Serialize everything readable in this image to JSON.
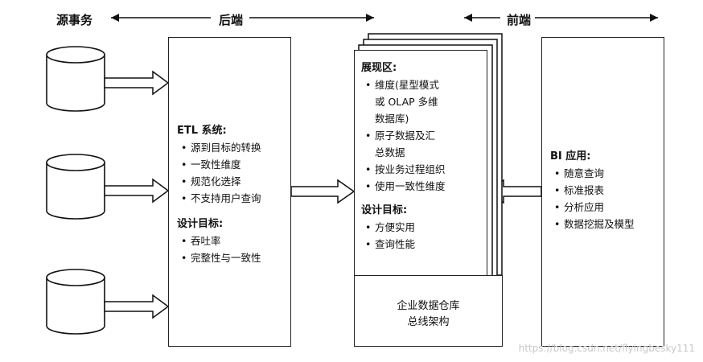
{
  "header": {
    "source": "源事务",
    "backend": "后端",
    "frontend": "前端"
  },
  "etl": {
    "title": "ETL 系统:",
    "items": [
      "源到目标的转换",
      "一致性维度",
      "规范化选择",
      "不支持用户查询"
    ],
    "goals_title": "设计目标:",
    "goals": [
      "吞吐率",
      "完整性与一致性"
    ]
  },
  "presentation": {
    "title": "展现区:",
    "items": [
      [
        "维度(星型模式",
        "或 OLAP 多维",
        "数据库)"
      ],
      [
        "原子数据及汇",
        "总数据"
      ],
      [
        "按业务过程组织"
      ],
      [
        "使用一致性维度"
      ]
    ],
    "goals_title": "设计目标:",
    "goals": [
      "方便实用",
      "查询性能"
    ],
    "bus_line1": "企业数据仓库",
    "bus_line2": "总线架构"
  },
  "bi": {
    "title": "BI 应用:",
    "items": [
      "随意查询",
      "标准报表",
      "分析应用",
      "数据挖掘及模型"
    ]
  },
  "watermark": "https://blog.csdn.net/flyingbesky111"
}
